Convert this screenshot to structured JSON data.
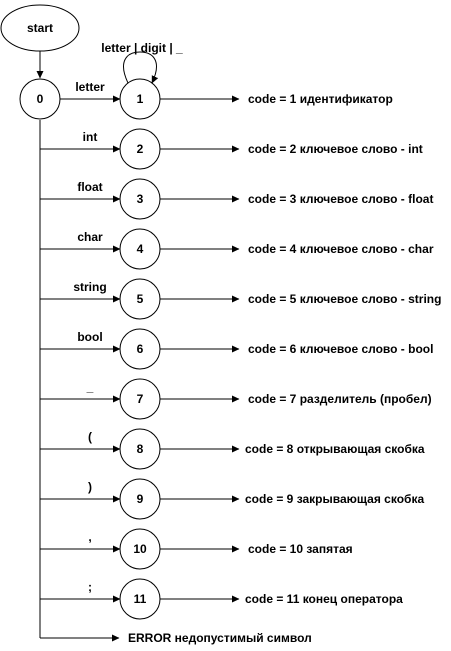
{
  "start_label": "start",
  "initial_state": "0",
  "self_loop_label": "letter | digit | _",
  "error_text": "ERROR недопустимый символ",
  "rows": [
    {
      "edge": "letter",
      "state": "1",
      "code": "code = 1 идентификатор"
    },
    {
      "edge": "int",
      "state": "2",
      "code": "code = 2 ключевое слово - int"
    },
    {
      "edge": "float",
      "state": "3",
      "code": "code = 3 ключевое слово - float"
    },
    {
      "edge": "char",
      "state": "4",
      "code": "code = 4 ключевое слово - char"
    },
    {
      "edge": "string",
      "state": "5",
      "code": "code = 5 ключевое слово - string"
    },
    {
      "edge": "bool",
      "state": "6",
      "code": "code = 6 ключевое слово - bool"
    },
    {
      "edge": "_",
      "state": "7",
      "code": "code = 7 разделитель (пробел)"
    },
    {
      "edge": "(",
      "state": "8",
      "code": "code = 8 открывающая скобка"
    },
    {
      "edge": ")",
      "state": "9",
      "code": "code = 9 закрывающая скобка"
    },
    {
      "edge": ",",
      "state": "10",
      "code": "code = 10 запятая"
    },
    {
      "edge": ";",
      "state": "11",
      "code": "code = 11 конец оператора"
    }
  ]
}
